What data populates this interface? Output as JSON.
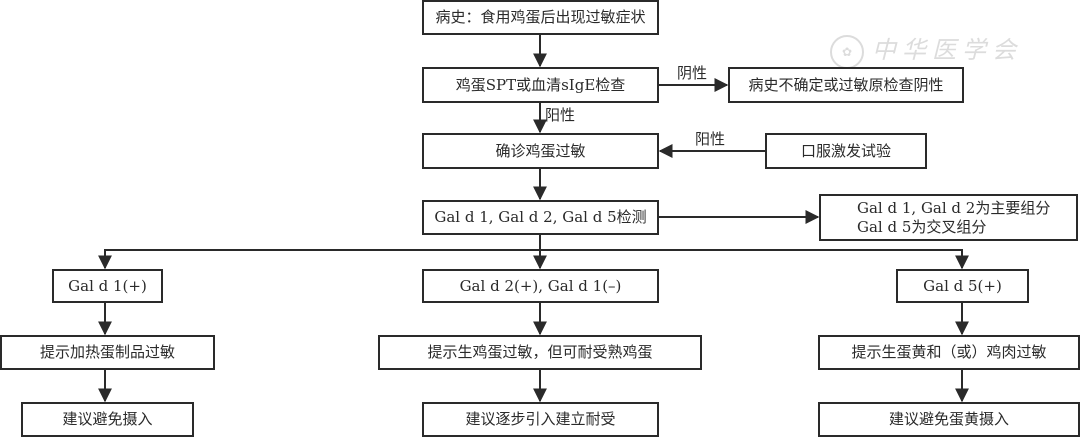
{
  "watermark": {
    "seal_glyph": "✿",
    "text": "中华医学会"
  },
  "nodes": {
    "history": "病史：食用鸡蛋后出现过敏症状",
    "test": "鸡蛋SPT或血清sIgE检查",
    "uncertain": "病史不确定或过敏原检查阴性",
    "confirm": "确诊鸡蛋过敏",
    "ofc": "口服激发试验",
    "component": "Gal d 1, Gal d 2, Gal d 5检测",
    "note_line1": "Gal d 1, Gal d 2为主要组分",
    "note_line2": "Gal d 5为交叉组分",
    "branch1": "Gal d 1(+)",
    "branch2": "Gal d 2(+), Gal d 1(–)",
    "branch3": "Gal d 5(+)",
    "hint1": "提示加热蛋制品过敏",
    "hint2": "提示生鸡蛋过敏，但可耐受熟鸡蛋",
    "hint3": "提示生蛋黄和（或）鸡肉过敏",
    "advice1": "建议避免摄入",
    "advice2": "建议逐步引入建立耐受",
    "advice3": "建议避免蛋黄摄入"
  },
  "edge_labels": {
    "negative": "阴性",
    "positive_down": "阳性",
    "positive_ofc": "阳性"
  },
  "colors": {
    "stroke": "#2a2a2a",
    "watermark": "#dcdcdc"
  }
}
